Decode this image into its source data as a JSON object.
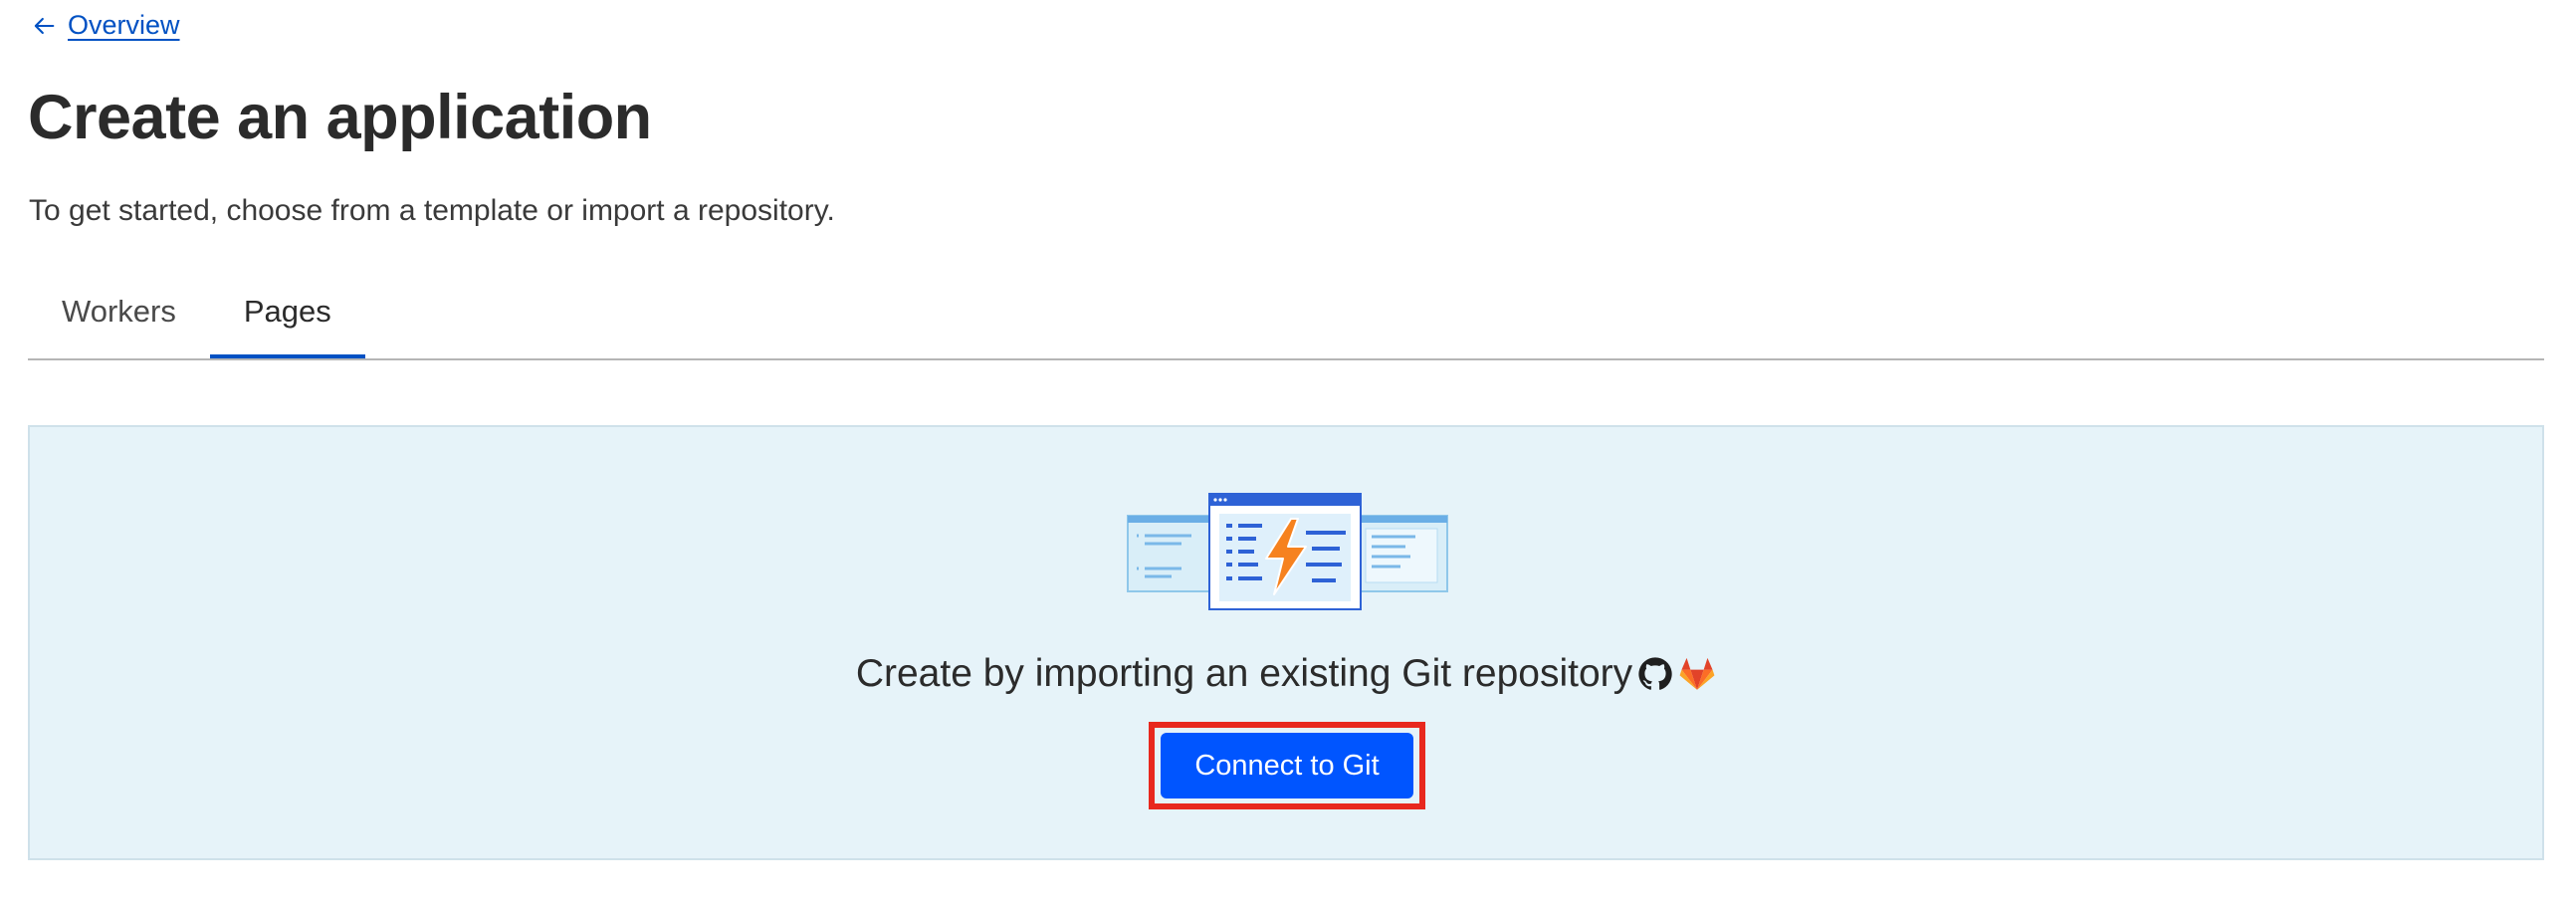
{
  "nav": {
    "back_label": "Overview"
  },
  "header": {
    "title": "Create an application",
    "subtitle": "To get started, choose from a template or import a repository."
  },
  "tabs": [
    {
      "label": "Workers",
      "active": false
    },
    {
      "label": "Pages",
      "active": true
    }
  ],
  "import_card": {
    "text": "Create by importing an existing Git repository",
    "button_label": "Connect to Git",
    "icons": [
      "github-icon",
      "gitlab-icon"
    ]
  },
  "colors": {
    "link": "#0051c3",
    "primary_button": "#0055ff",
    "card_background": "#e6f3f9",
    "highlight_border": "#e8281e",
    "accent_orange": "#f6821f"
  }
}
